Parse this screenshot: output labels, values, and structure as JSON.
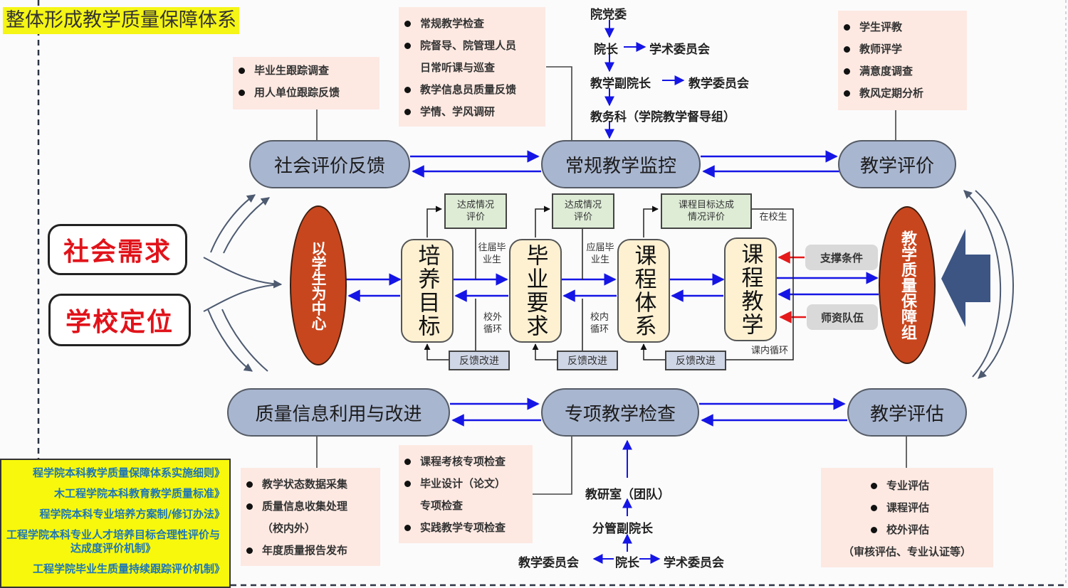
{
  "title": "整体形成教学质量保障体系",
  "inputs": {
    "social_demand": "社会需求",
    "school_position": "学校定位"
  },
  "top_row": {
    "social_feedback": "社会评价反馈",
    "routine_monitor": "常规教学监控",
    "teaching_eval": "教学评价"
  },
  "bottom_row": {
    "quality_info": "质量信息利用与改进",
    "special_check": "专项教学检查",
    "teaching_assess": "教学评估"
  },
  "notes": {
    "social_feedback": [
      {
        "text": "毕业生跟踪调查",
        "bullet": true
      },
      {
        "text": "用人单位跟踪反馈",
        "bullet": true
      }
    ],
    "routine_monitor": [
      {
        "text": "常规教学检查",
        "bullet": true
      },
      {
        "text": "院督导、院管理人员",
        "bullet": true
      },
      {
        "text": "日常听课与巡查",
        "bullet": false
      },
      {
        "text": "教学信息员质量反馈",
        "bullet": true
      },
      {
        "text": "学情、学风调研",
        "bullet": true
      }
    ],
    "teaching_eval": [
      {
        "text": "学生评教",
        "bullet": true
      },
      {
        "text": "教师评学",
        "bullet": true
      },
      {
        "text": "满意度调查",
        "bullet": true
      },
      {
        "text": "教风定期分析",
        "bullet": true
      }
    ],
    "quality_info": [
      {
        "text": "教学状态数据采集",
        "bullet": true
      },
      {
        "text": "质量信息收集处理",
        "bullet": true
      },
      {
        "text": "（校内外）",
        "bullet": false
      },
      {
        "text": "年度质量报告发布",
        "bullet": true
      }
    ],
    "special_check": [
      {
        "text": "课程考核专项检查",
        "bullet": true
      },
      {
        "text": "毕业设计（论文）",
        "bullet": true
      },
      {
        "text": "专项检查",
        "bullet": false
      },
      {
        "text": "实践教学专项检查",
        "bullet": true
      }
    ],
    "teaching_assess": [
      {
        "text": "专业评估",
        "bullet": true
      },
      {
        "text": "课程评估",
        "bullet": true
      },
      {
        "text": "校外评估",
        "bullet": true
      },
      {
        "text": "（审核评估、专业认证等）",
        "bullet": false
      }
    ]
  },
  "org_top": {
    "party": "院党委",
    "dean": "院长",
    "academic": "学术委员会",
    "vice_dean": "教学副院长",
    "teaching_committee": "教学委员会",
    "office": "教务科（学院教学督导组）"
  },
  "org_bottom": {
    "research_office": "教研室（团队）",
    "vice_dean": "分管副院长",
    "teaching_committee": "教学委员会",
    "dean": "院长",
    "academic": "学术委员会"
  },
  "center": {
    "student_center": "以学生为中心",
    "quality_group": "教学质量保障组",
    "stages": [
      "培养目标",
      "毕业要求",
      "课程体系",
      "课程教学"
    ],
    "eval_boxes": [
      "达成情况\n评价",
      "达成情况\n评价",
      "课程目标达成\n情况评价"
    ],
    "feedback_boxes": [
      "反馈改进",
      "反馈改进",
      "反馈改进"
    ],
    "labels": {
      "past_grads": "往届毕\n业生",
      "current_grads": "应届毕\n业生",
      "in_school": "在校生",
      "outside_loop": "校外\n循环",
      "inside_loop": "校内\n循环",
      "class_loop": "课内循环"
    },
    "support": "支撑条件",
    "faculty": "师资队伍"
  },
  "documents": [
    "程学院本科教学质量保障体系实施细则》",
    "木工程学院本科教育教学质量标准》",
    "程学院本科专业培养方案制/修订办法》",
    "工程学院本科专业人才培养目标合理性评价与达成度评价机制》",
    "工程学院毕业生质量持续跟踪评价机制》"
  ],
  "colors": {
    "flow_arrow": "#1515e6",
    "support_arrow": "#e51a1a",
    "pill": "#a9b6d0",
    "ellipse": "#c8461e",
    "big_arrow": "#3c5583",
    "highlight": "#f5f516"
  }
}
